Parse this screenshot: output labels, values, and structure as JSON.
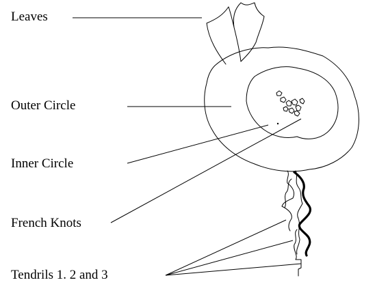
{
  "labels": {
    "leaves": "Leaves",
    "outer_circle": "Outer Circle",
    "inner_circle": "Inner Circle",
    "french_knots": "French Knots",
    "tendrils": "Tendrils 1. 2 and 3"
  }
}
